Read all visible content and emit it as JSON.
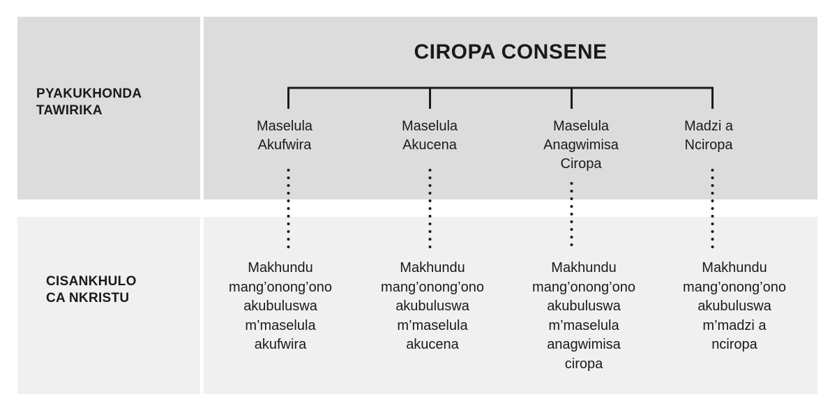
{
  "row_labels": {
    "top": [
      "PYAKUKHONDA",
      "TAWIRIKA"
    ],
    "bottom": [
      "CISANKHULO",
      "CA NKRISTU"
    ]
  },
  "title": "CIROPA CONSENE",
  "columns": [
    {
      "category": [
        "Maselula",
        "Akufwira"
      ],
      "explanation": [
        "Makhundu",
        "mang’onong’ono",
        "akubuluswa",
        "m’maselula",
        "akufwira"
      ]
    },
    {
      "category": [
        "Maselula",
        "Akucena"
      ],
      "explanation": [
        "Makhundu",
        "mang’onong’ono",
        "akubuluswa",
        "m’maselula",
        "akucena"
      ]
    },
    {
      "category": [
        "Maselula",
        "Anagwimisa",
        "Ciropa"
      ],
      "explanation": [
        "Makhundu",
        "mang’onong’ono",
        "akubuluswa",
        "m’maselula",
        "anagwimisa",
        "ciropa"
      ]
    },
    {
      "category": [
        "Madzi a",
        "Nciropa"
      ],
      "explanation": [
        "Makhundu",
        "mang’onong’ono",
        "akubuluswa",
        "m’madzi a",
        "nciropa"
      ]
    }
  ]
}
